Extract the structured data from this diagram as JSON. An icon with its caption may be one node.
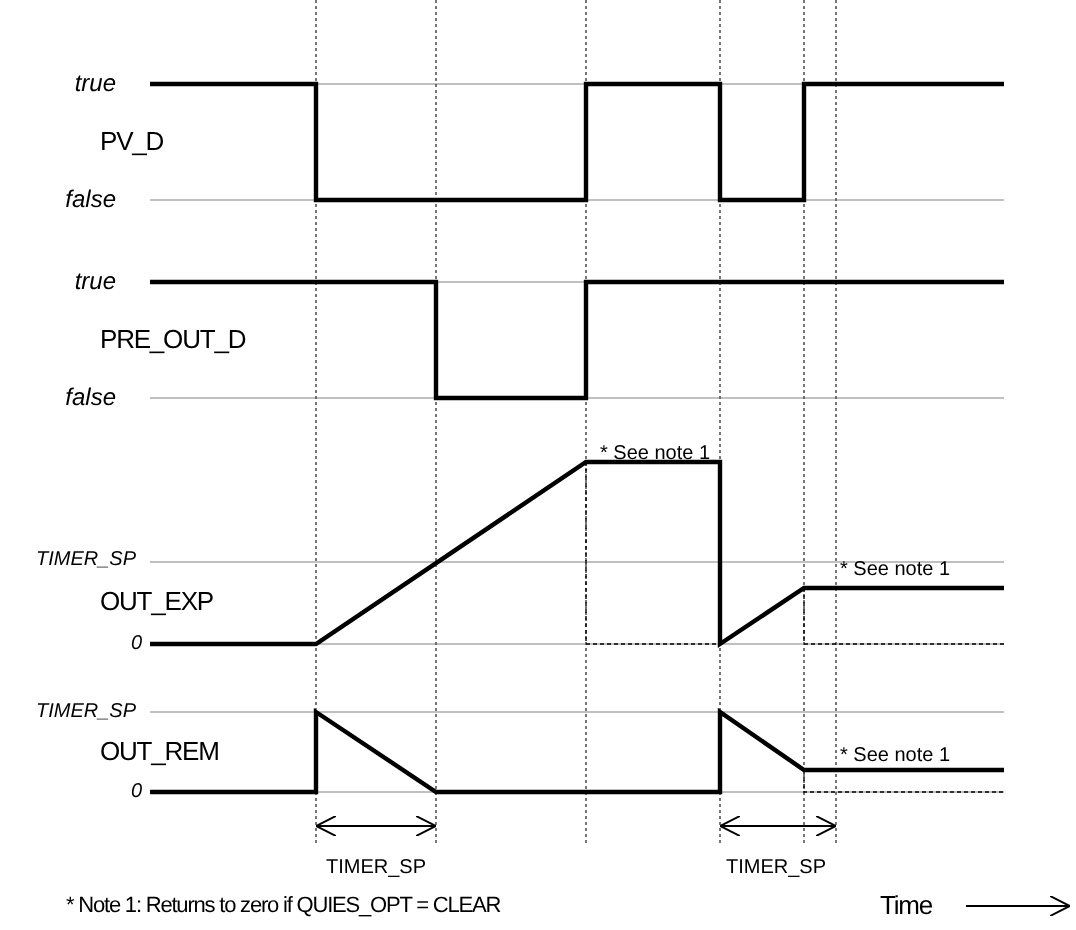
{
  "diagram": {
    "labels": [
      "true",
      "PV_D",
      "false",
      "true",
      "PRE_OUT_D",
      "false",
      "* See note 1",
      "TIMER_SP",
      "* See note 1",
      "OUT_EXP",
      "0",
      "TIMER_SP",
      "OUT_REM",
      "* See note 1",
      "0",
      "TIMER_SP",
      "TIMER_SP",
      "* Note 1:  Returns to zero if QUIES_OPT = CLEAR",
      "Time"
    ]
  }
}
